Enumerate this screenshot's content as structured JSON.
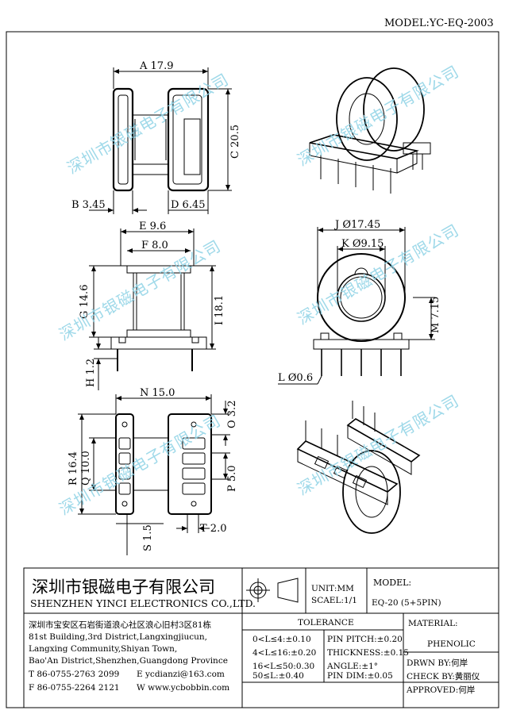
{
  "model_header": "MODEL:YC-EQ-2003",
  "watermark": "深圳市银磁电子有限公司",
  "dims": {
    "A": "A 17.9",
    "B": "B 3.45",
    "C": "C 20.5",
    "D": "D 6.45",
    "E": "E 9.6",
    "F": "F 8.0",
    "G": "G 14.6",
    "H": "H 1.2",
    "I": "I 18.1",
    "J": "J Ø17.45",
    "K": "K Ø9.15",
    "L": "L Ø0.6",
    "M": "M 7.15",
    "N": "N 15.0",
    "O": "O 3.2",
    "P": "P 5.0",
    "Q": "Q 10.0",
    "R": "R 16.4",
    "S": "S 1.5",
    "T": "T 2.0"
  },
  "title_block": {
    "company_cn": "深圳市银磁电子有限公司",
    "company_en": "SHENZHEN YINCI ELECTRONICS CO.,LTD.",
    "address_cn": "深圳市宝安区石岩街道浪心社区浪心旧村3区81栋",
    "address_en_1": "81st Building,3rd District,Langxingjiucun,",
    "address_en_2": "Langxing Community,Shiyan Town,",
    "address_en_3": "Bao'An District,Shenzhen,Guangdong Province",
    "tel": "T 86-0755-2763 2099",
    "email": "E ycdianzi@163.com",
    "fax": "F 86-0755-2264 2121",
    "web": "W www.ycbobbin.com",
    "unit": "UNIT:MM",
    "scale": "SCAEL:1/1",
    "model_label": "MODEL:",
    "model_value": "EQ-20 (5+5PIN)",
    "tolerance_label": "TOLERANCE",
    "tol": [
      "0<L≤4:±0.10",
      "4<L≤16:±0.20",
      "16<L≤50:0.30",
      "50≤L:±0.40"
    ],
    "tol2": [
      "PIN PITCH:±0.20",
      "THICKNESS:±0.15",
      "ANGLE:±1°",
      "PIN DIM:±0.05"
    ],
    "material_label": "MATERIAL:",
    "material_value": "PHENOLIC",
    "drawn": "DRWN BY:何岸",
    "check": "CHECK BY:黄丽仪",
    "approved": "APPROVED:何岸"
  }
}
